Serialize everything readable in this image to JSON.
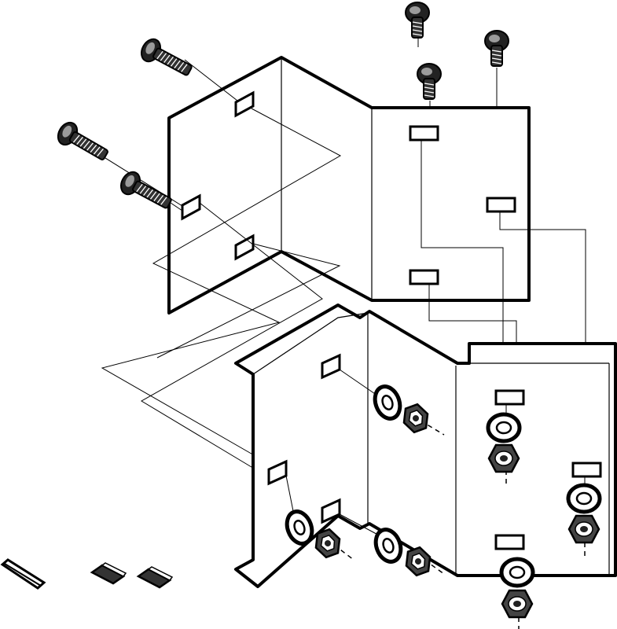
{
  "figure": {
    "background": "#ffffff",
    "line_color": "#000000",
    "components": [
      "upper-bracket",
      "lower-bracket",
      "carriage-bolt",
      "flat-washer",
      "hex-nut",
      "pin",
      "clip"
    ]
  }
}
